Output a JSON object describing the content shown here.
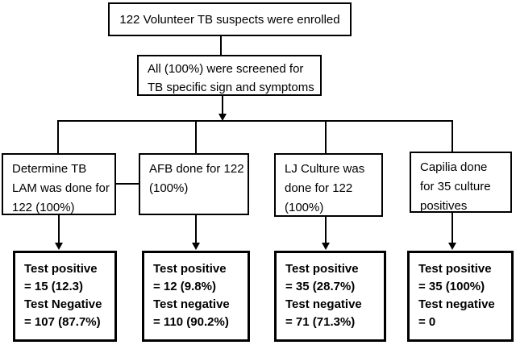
{
  "figure": {
    "colors": {
      "line": "#000000",
      "background": "#ffffff",
      "text": "#000000"
    },
    "enrollment_box": {
      "text": "122 Volunteer TB suspects were enrolled"
    },
    "screening_box": {
      "lines": [
        "All (100%) were screened for",
        "TB specific sign and symptoms"
      ]
    },
    "test_boxes": [
      {
        "lines": [
          "Determine TB",
          "LAM was done for",
          "122 (100%)"
        ]
      },
      {
        "lines": [
          "AFB done for 122",
          "(100%)"
        ]
      },
      {
        "lines": [
          "LJ Culture was",
          "done for 122",
          "(100%)"
        ]
      },
      {
        "lines": [
          "Capilia done",
          "for 35 culture",
          "positives"
        ]
      }
    ],
    "result_boxes": [
      {
        "positive_label": "Test positive",
        "positive_value": "= 15 (12.3)",
        "negative_label": "Test Negative",
        "negative_value": "= 107 (87.7%)"
      },
      {
        "positive_label": "Test positive",
        "positive_value": "= 12 (9.8%)",
        "negative_label": "Test negative",
        "negative_value": "= 110 (90.2%)"
      },
      {
        "positive_label": "Test positive",
        "positive_value": "= 35 (28.7%)",
        "negative_label": "Test negative",
        "negative_value": "= 71 (71.3%)"
      },
      {
        "positive_label": "Test positive",
        "positive_value": "= 35 (100%)",
        "negative_label": "Test negative",
        "negative_value": "= 0"
      }
    ]
  }
}
